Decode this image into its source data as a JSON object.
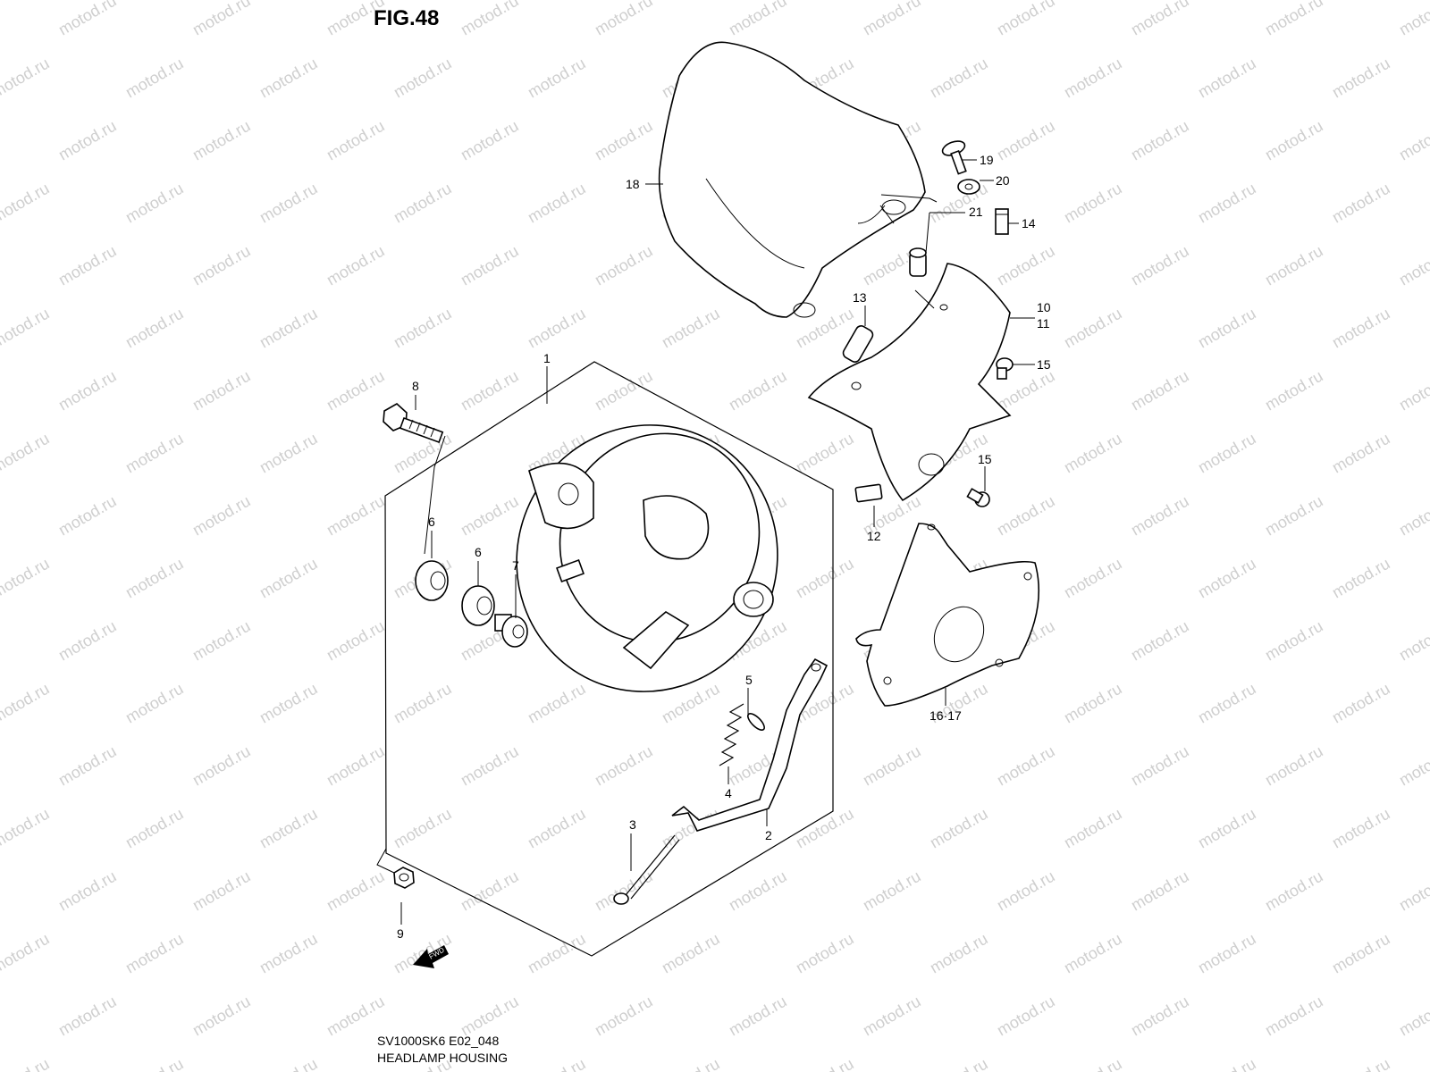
{
  "figure": {
    "title": "FIG.48",
    "model_code": "SV1000SK6 E02_048",
    "caption": "HEADLAMP HOUSING",
    "fwd_label": "FWD"
  },
  "watermark": "motod.ru",
  "callouts": [
    {
      "id": "1",
      "text": "1"
    },
    {
      "id": "2",
      "text": "2"
    },
    {
      "id": "3",
      "text": "3"
    },
    {
      "id": "4",
      "text": "4"
    },
    {
      "id": "5",
      "text": "5"
    },
    {
      "id": "6a",
      "text": "6"
    },
    {
      "id": "6b",
      "text": "6"
    },
    {
      "id": "7",
      "text": "7"
    },
    {
      "id": "8",
      "text": "8"
    },
    {
      "id": "9",
      "text": "9"
    },
    {
      "id": "10",
      "text": "10"
    },
    {
      "id": "11",
      "text": "11"
    },
    {
      "id": "12",
      "text": "12"
    },
    {
      "id": "13",
      "text": "13"
    },
    {
      "id": "14",
      "text": "14"
    },
    {
      "id": "15a",
      "text": "15"
    },
    {
      "id": "15b",
      "text": "15"
    },
    {
      "id": "16-17",
      "text": "16·17"
    },
    {
      "id": "18",
      "text": "18"
    },
    {
      "id": "19",
      "text": "19"
    },
    {
      "id": "20",
      "text": "20"
    },
    {
      "id": "21",
      "text": "21"
    }
  ]
}
